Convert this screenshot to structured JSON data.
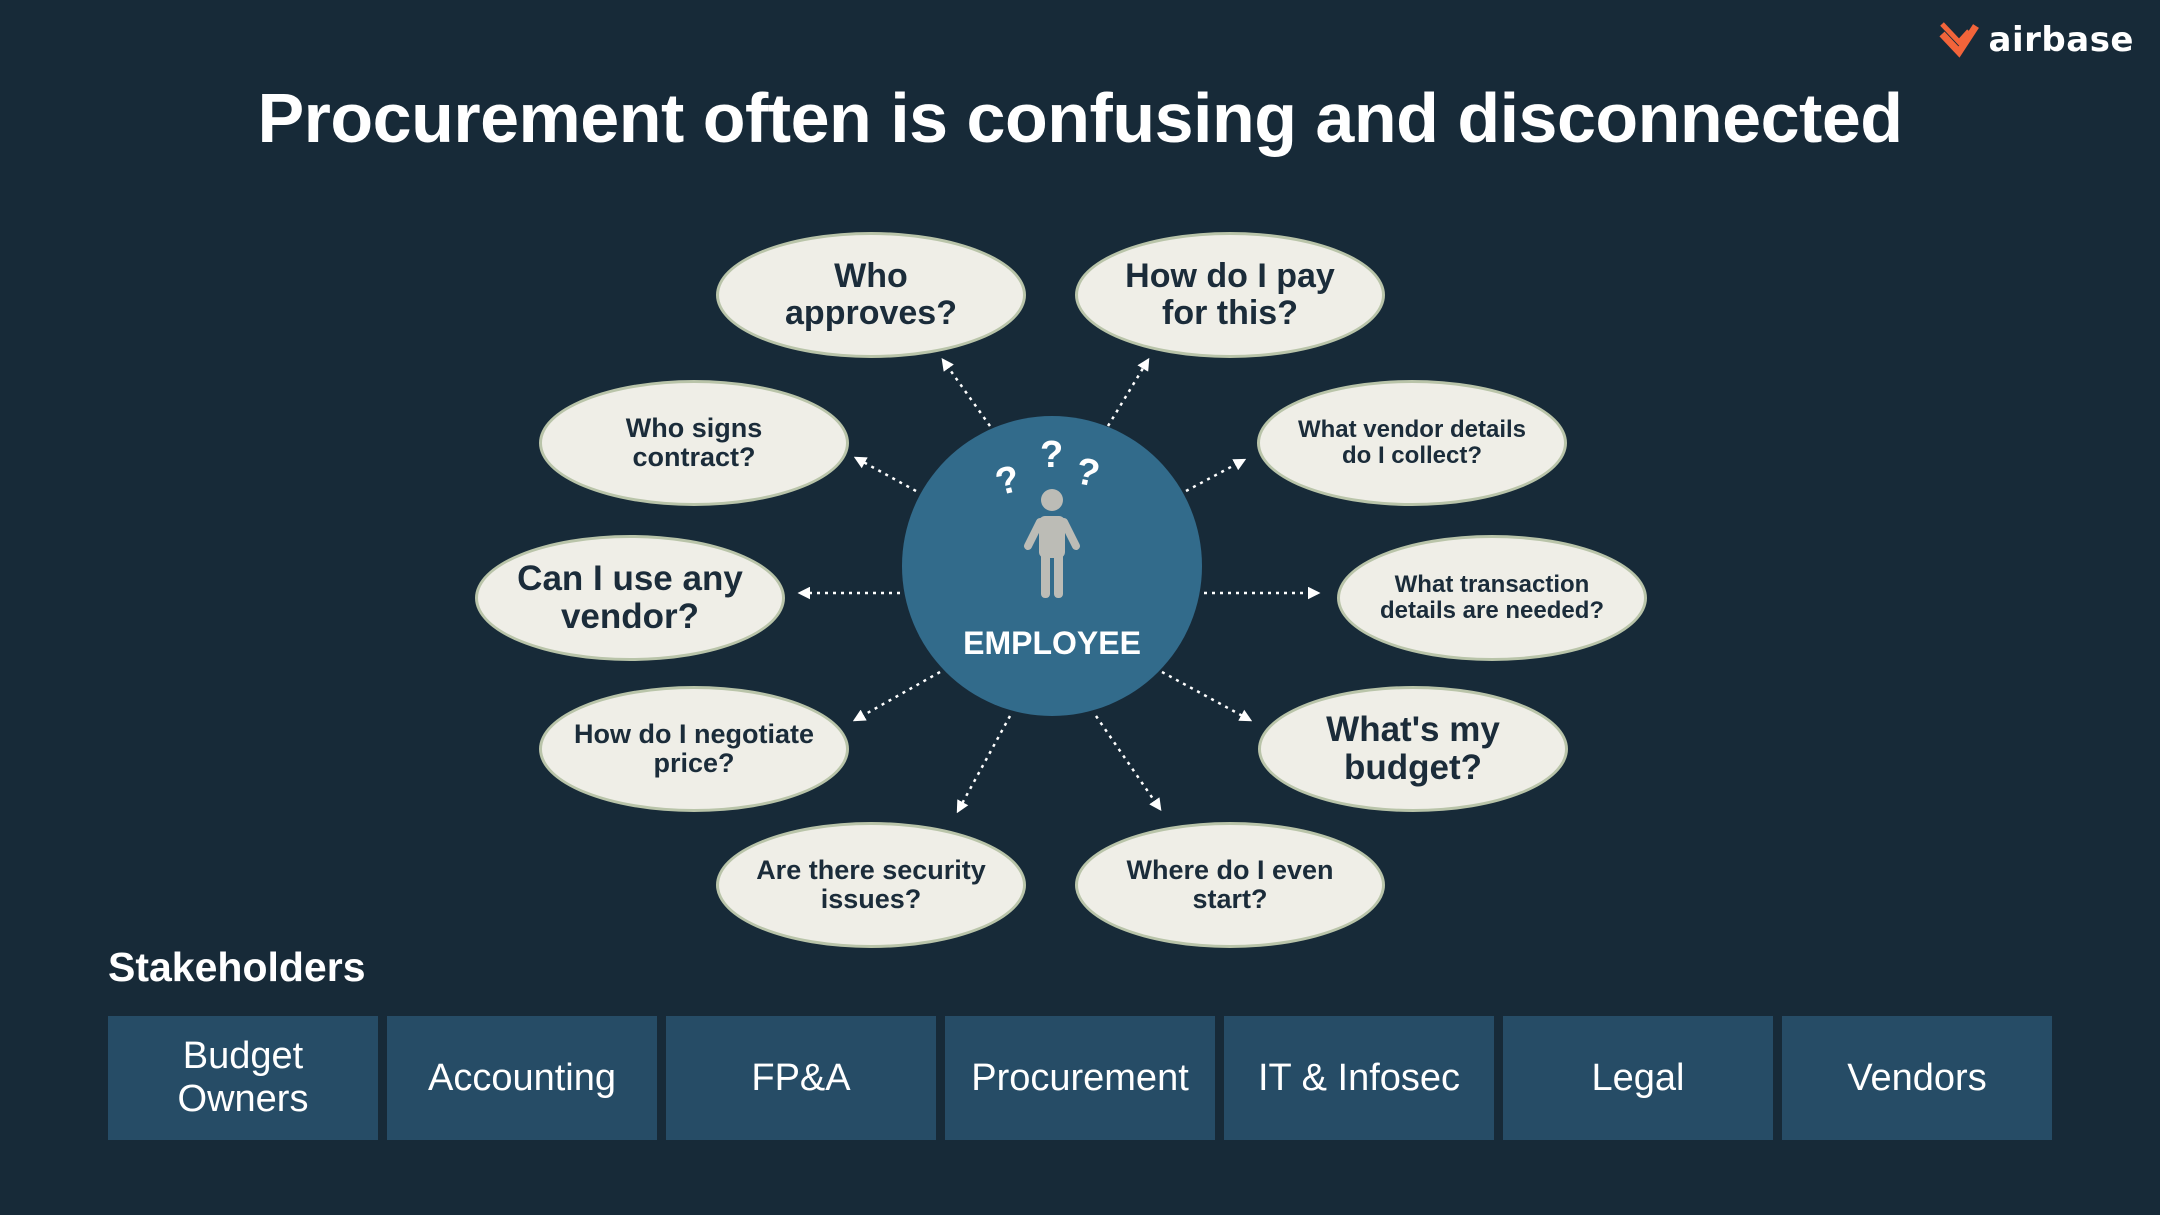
{
  "brand": {
    "name": "airbase",
    "accent_color": "#f2643a"
  },
  "title": "Procurement often is confusing and disconnected",
  "center": {
    "label": "EMPLOYEE",
    "icon": "confused-person-icon",
    "question_mark": "?"
  },
  "questions": [
    "Who approves?",
    "How do I pay for this?",
    "Who signs contract?",
    "What vendor details do I collect?",
    "Can I use any vendor?",
    "What transaction details are needed?",
    "How do I negotiate price?",
    "What's my budget?",
    "Are there security issues?",
    "Where do I even start?"
  ],
  "stakeholders": {
    "heading": "Stakeholders",
    "items": [
      "Budget Owners",
      "Accounting",
      "FP&A",
      "Procurement",
      "IT & Infosec",
      "Legal",
      "Vendors"
    ]
  },
  "colors": {
    "background": "#172a38",
    "bubble_fill": "#efeee7",
    "bubble_border": "#b9c4a9",
    "center_circle": "#326b8b",
    "stakeholder_box": "#264c66"
  }
}
